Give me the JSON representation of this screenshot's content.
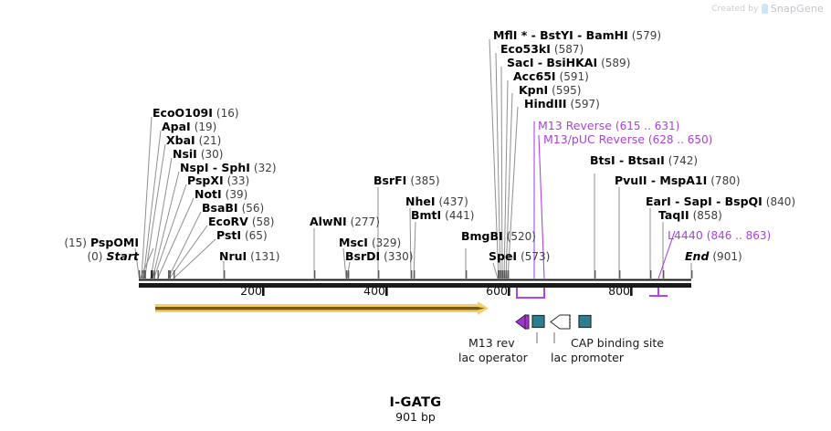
{
  "watermark": {
    "prefix": "Created by",
    "brand": "SnapGene",
    "logo_icon": "snapgene-logo-icon"
  },
  "title": "I-GATG",
  "subtitle": "901 bp",
  "sequence_length": 901,
  "axis": {
    "ticks": [
      "200",
      "400",
      "600",
      "800"
    ],
    "tick_positions": [
      200,
      400,
      600,
      800
    ],
    "start": 0,
    "end": 901
  },
  "left_labels": [
    {
      "name": "PspOMI",
      "pos": "(15)",
      "site": 15
    },
    {
      "name": "Start",
      "pos": "(0)",
      "site": 0,
      "style": "terminus"
    }
  ],
  "enzymes": [
    {
      "name": "EcoO109I",
      "pos": "(16)",
      "site": 16
    },
    {
      "name": "ApaI",
      "pos": "(19)",
      "site": 19
    },
    {
      "name": "XbaI",
      "pos": "(21)",
      "site": 21
    },
    {
      "name": "NsiI",
      "pos": "(30)",
      "site": 30
    },
    {
      "name": "NspI - SphI",
      "pos": "(32)",
      "site": 32
    },
    {
      "name": "PspXI",
      "pos": "(33)",
      "site": 33
    },
    {
      "name": "NotI",
      "pos": "(39)",
      "site": 39
    },
    {
      "name": "BsaBI",
      "pos": "(56)",
      "site": 56
    },
    {
      "name": "EcoRV",
      "pos": "(58)",
      "site": 58
    },
    {
      "name": "PstI",
      "pos": "(65)",
      "site": 65
    },
    {
      "name": "NruI",
      "pos": "(131)",
      "site": 131
    },
    {
      "name": "AlwNI",
      "pos": "(277)",
      "site": 277
    },
    {
      "name": "MscI",
      "pos": "(329)",
      "site": 329
    },
    {
      "name": "BsrDI",
      "pos": "(330)",
      "site": 330
    },
    {
      "name": "BsrFI",
      "pos": "(385)",
      "site": 385
    },
    {
      "name": "NheI",
      "pos": "(437)",
      "site": 437
    },
    {
      "name": "BmtI",
      "pos": "(441)",
      "site": 441
    },
    {
      "name": "BmgBI",
      "pos": "(520)",
      "site": 520
    },
    {
      "name": "SpeI",
      "pos": "(573)",
      "site": 573
    },
    {
      "name": "MflI * - BstYI - BamHI",
      "pos": "(579)",
      "site": 579
    },
    {
      "name": "Eco53kI",
      "pos": "(587)",
      "site": 587
    },
    {
      "name": "SacI - BsiHKAI",
      "pos": "(589)",
      "site": 589
    },
    {
      "name": "Acc65I",
      "pos": "(591)",
      "site": 591
    },
    {
      "name": "KpnI",
      "pos": "(595)",
      "site": 595
    },
    {
      "name": "HindIII",
      "pos": "(597)",
      "site": 597
    },
    {
      "name": "BtsI - BtsaıI",
      "pos": "(742)",
      "site": 742
    },
    {
      "name": "PvuII - MspA1I",
      "pos": "(780)",
      "site": 780
    },
    {
      "name": "EarI - SapI - BspQI",
      "pos": "(840)",
      "site": 840
    },
    {
      "name": "TaqII",
      "pos": "(858)",
      "site": 858
    },
    {
      "name": "End",
      "pos": "(901)",
      "site": 901,
      "style": "terminus"
    }
  ],
  "primer_features": [
    {
      "name": "M13 Reverse",
      "pos": "(615 .. 631)",
      "start": 615,
      "end": 631
    },
    {
      "name": "M13/pUC Reverse",
      "pos": "(628 .. 650)",
      "start": 628,
      "end": 650
    },
    {
      "name": "L4440",
      "pos": "(846 .. 863)",
      "start": 846,
      "end": 863
    }
  ],
  "annotation_features": [
    {
      "label": "M13 rev",
      "icon": "left-arrow-filled-icon",
      "color": "#a830d8"
    },
    {
      "label": "lac operator",
      "icon": "square-filled-icon",
      "color": "#2b7f93"
    },
    {
      "label": "lac promoter",
      "icon": "left-arrow-outline-icon",
      "color": "#ffffff"
    },
    {
      "label": "CAP binding site",
      "icon": "square-filled-icon",
      "color": "#2b7f93"
    }
  ],
  "orf_arrow": {
    "icon": "orf-arrow-icon",
    "color": "#f5c martian"
  },
  "colors": {
    "backbone": "#1a1a1a",
    "primer": "#b044e8",
    "feature_teal": "#2b7f93",
    "feature_purple": "#a830d8",
    "orf_fill": "#f7cf6a",
    "orf_core": "#7a5a10",
    "leader": "#8a8a8a"
  }
}
